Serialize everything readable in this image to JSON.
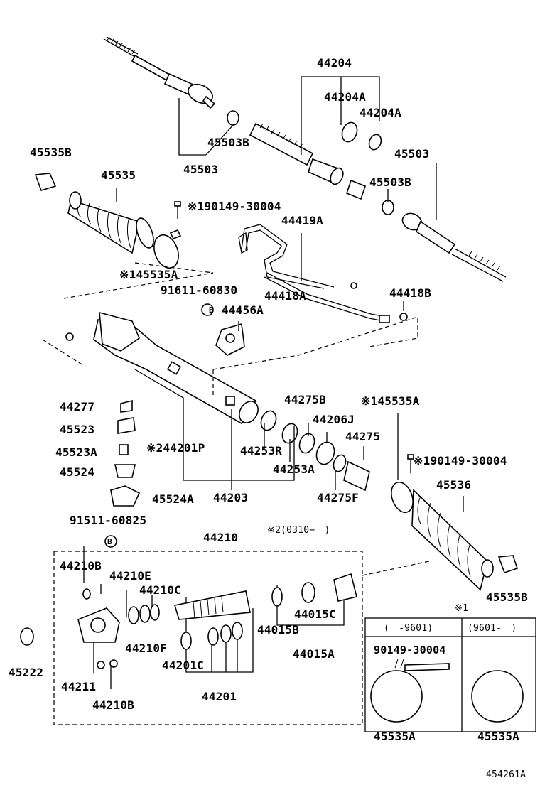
{
  "labels": {
    "p44204": "44204",
    "p44204A_1": "44204A",
    "p44204A_2": "44204A",
    "p45535B_top": "45535B",
    "p45503B_1": "45503B",
    "p45503": "45503",
    "p45503_right": "45503",
    "p45503B_2": "45503B",
    "p45535": "45535",
    "p90149_top": "※190149-30004",
    "p44419A": "44419A",
    "p45535A_top": "※145535A",
    "p91611": "91611-60830",
    "p44418A": "44418A",
    "p44418B": "44418B",
    "p44456A": "44456A",
    "p44275B": "44275B",
    "p45535A_mid": "※145535A",
    "p44206J": "44206J",
    "p44277": "44277",
    "p44275": "44275",
    "p45523": "45523",
    "p44201P": "※244201P",
    "p90149_mid": "※190149-30004",
    "p45523A": "45523A",
    "p44253R": "44253R",
    "p45524": "45524",
    "p44253A": "44253A",
    "p45536": "45536",
    "p44275F": "44275F",
    "p45524A": "45524A",
    "p44203": "44203",
    "p91511": "91511-60825",
    "p_note2": "※2(0310−　)",
    "p44210": "44210",
    "p44210B_1": "44210B",
    "p44210E": "44210E",
    "p44210C": "44210C",
    "p45535B_bot": "45535B",
    "p44015C": "44015C",
    "p44015B": "44015B",
    "p44210F": "44210F",
    "p45222": "45222",
    "p44201C": "44201C",
    "p44015A": "44015A",
    "p44211": "44211",
    "p44201": "44201",
    "p44210B_2": "44210B",
    "inset_mark": "※1",
    "inset_col1": "(　-9601)",
    "inset_col2": "(9601-　)",
    "inset_part": "90149-30004",
    "inset_45535A_1": "45535A",
    "inset_45535A_2": "45535A",
    "bolt_letter": "B",
    "figure_id": "454261A"
  }
}
